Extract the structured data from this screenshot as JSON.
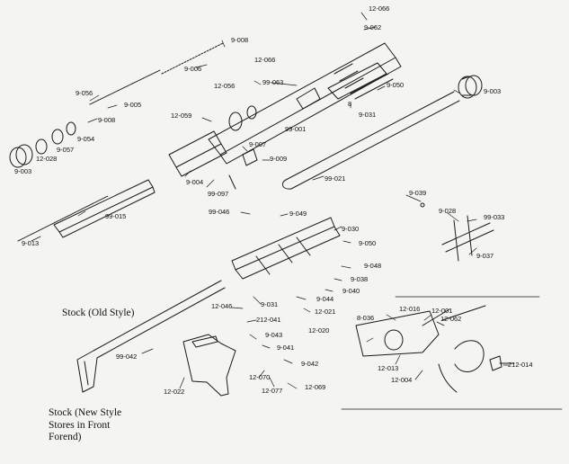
{
  "diagram": {
    "parts": [
      {
        "id": "p1",
        "label": "12-066"
      },
      {
        "id": "p2",
        "label": "9-062"
      },
      {
        "id": "p3",
        "label": "9-008"
      },
      {
        "id": "p4",
        "label": "12-066"
      },
      {
        "id": "p5",
        "label": "9-006"
      },
      {
        "id": "p6",
        "label": "12-056"
      },
      {
        "id": "p7",
        "label": "99-063"
      },
      {
        "id": "p8",
        "label": "9-050"
      },
      {
        "id": "p9",
        "label": "9-003"
      },
      {
        "id": "p10",
        "label": "9-056"
      },
      {
        "id": "p11",
        "label": "9-005"
      },
      {
        "id": "p12",
        "label": "9-008"
      },
      {
        "id": "p13",
        "label": "12-059"
      },
      {
        "id": "p14",
        "label": "8"
      },
      {
        "id": "p15",
        "label": "9-031"
      },
      {
        "id": "p16",
        "label": "99-001"
      },
      {
        "id": "p17",
        "label": "9-054"
      },
      {
        "id": "p18",
        "label": "9-057"
      },
      {
        "id": "p19",
        "label": "12-028"
      },
      {
        "id": "p20",
        "label": "9-003"
      },
      {
        "id": "p21",
        "label": "9-007"
      },
      {
        "id": "p22",
        "label": "9-009"
      },
      {
        "id": "p23",
        "label": "9-004"
      },
      {
        "id": "p24",
        "label": "99-097"
      },
      {
        "id": "p25",
        "label": "99-021"
      },
      {
        "id": "p26",
        "label": "9-039"
      },
      {
        "id": "p27",
        "label": "9-028"
      },
      {
        "id": "p28",
        "label": "99-033"
      },
      {
        "id": "p29",
        "label": "99-015"
      },
      {
        "id": "p30",
        "label": "99-046"
      },
      {
        "id": "p31",
        "label": "9-049"
      },
      {
        "id": "p32",
        "label": "9-030"
      },
      {
        "id": "p33",
        "label": "9-013"
      },
      {
        "id": "p34",
        "label": "9-050"
      },
      {
        "id": "p35",
        "label": "9-037"
      },
      {
        "id": "p36",
        "label": "9-048"
      },
      {
        "id": "p37",
        "label": "9-038"
      },
      {
        "id": "p38",
        "label": "9-040"
      },
      {
        "id": "p39",
        "label": "9-031"
      },
      {
        "id": "p40",
        "label": "9-044"
      },
      {
        "id": "p41",
        "label": "12-046"
      },
      {
        "id": "p42",
        "label": "12-021"
      },
      {
        "id": "p43",
        "label": "212-041"
      },
      {
        "id": "p44",
        "label": "12-020"
      },
      {
        "id": "p45",
        "label": "12-016"
      },
      {
        "id": "p46",
        "label": "12-001"
      },
      {
        "id": "p47",
        "label": "8-036"
      },
      {
        "id": "p48",
        "label": "12-062"
      },
      {
        "id": "p49",
        "label": "9-043"
      },
      {
        "id": "p50",
        "label": "9-041"
      },
      {
        "id": "p51",
        "label": "99-042"
      },
      {
        "id": "p52",
        "label": "9-042"
      },
      {
        "id": "p53",
        "label": "12-013"
      },
      {
        "id": "p54",
        "label": "212-014"
      },
      {
        "id": "p55",
        "label": "12-004"
      },
      {
        "id": "p56",
        "label": "12-070"
      },
      {
        "id": "p57",
        "label": "12-077"
      },
      {
        "id": "p58",
        "label": "12-069"
      },
      {
        "id": "p59",
        "label": "12-022"
      }
    ],
    "captions": {
      "stock_old": "Stock (Old Style)",
      "stock_new": "Stock (New Style Stores in Front Forend)"
    }
  }
}
